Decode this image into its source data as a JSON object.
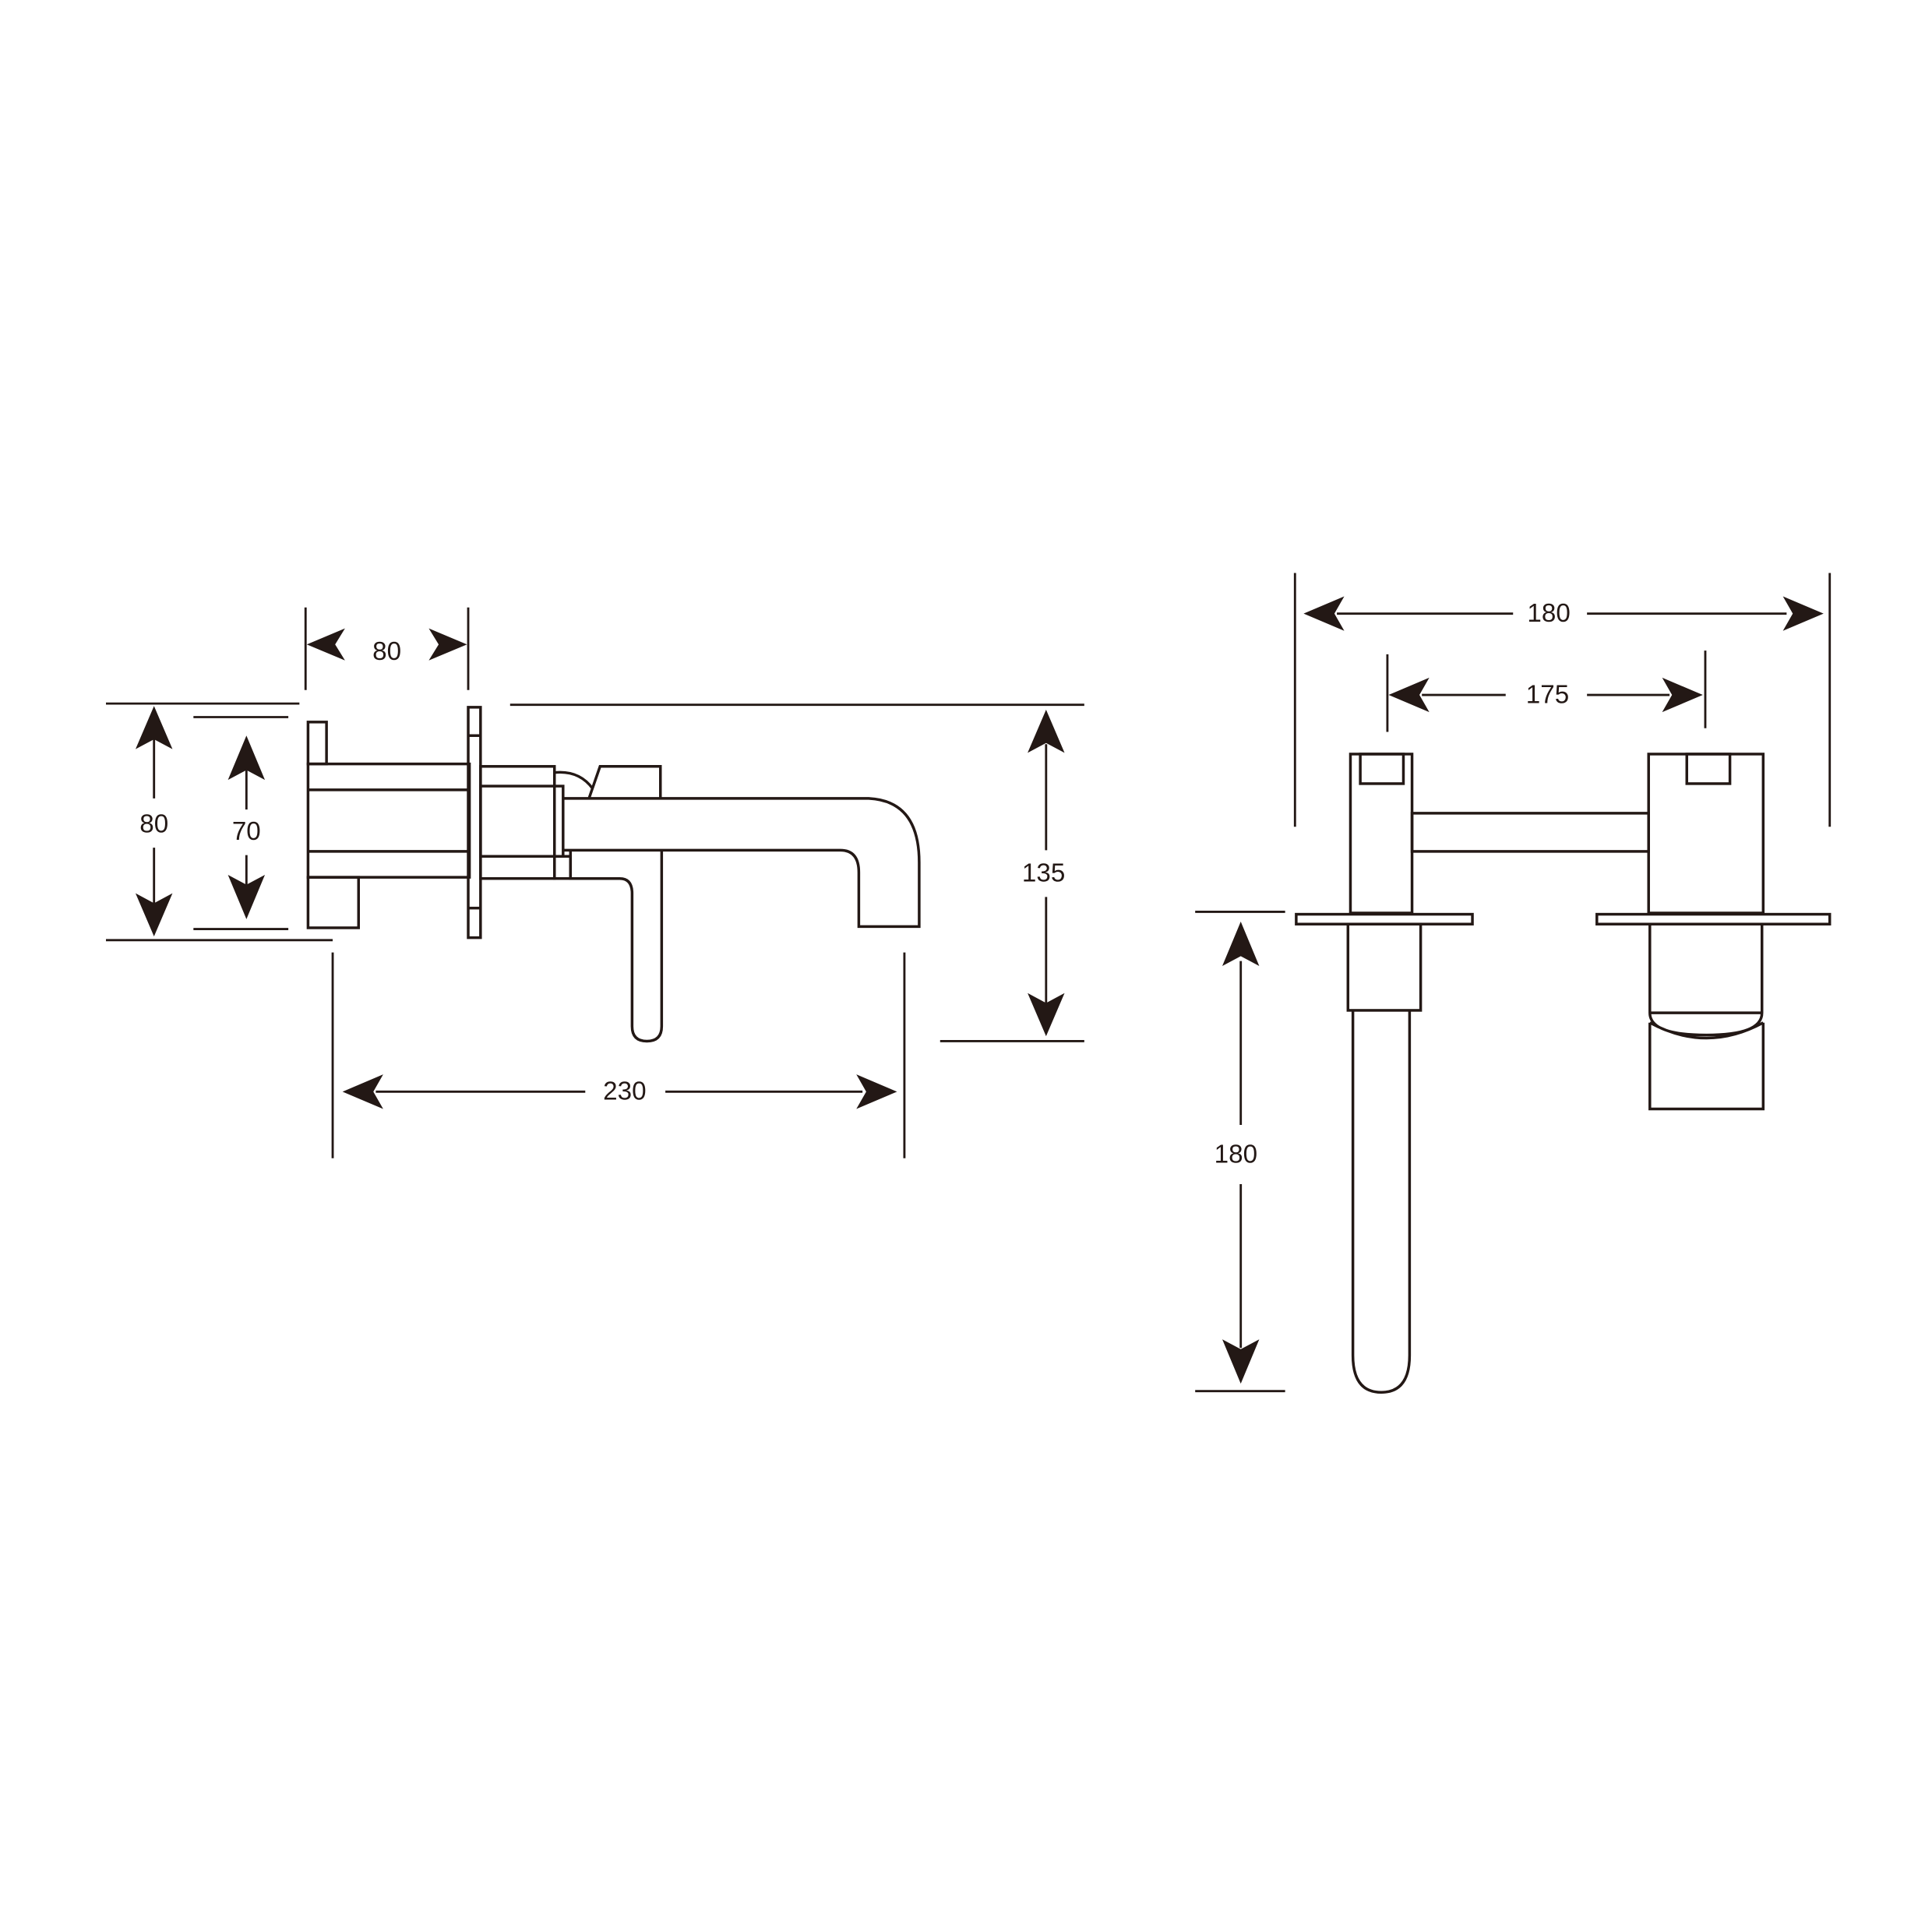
{
  "drawing": {
    "title": "Wall-mounted basin mixer technical dimension drawing",
    "line_color": "#231815",
    "background": "#ffffff",
    "units": "mm"
  },
  "side_view": {
    "dimensions": {
      "body_depth": "80",
      "backplate_height": "80",
      "body_height": "70",
      "overall_height": "135",
      "spout_projection": "230"
    }
  },
  "front_view": {
    "dimensions": {
      "overall_width": "180",
      "center_distance": "175",
      "spout_drop": "180"
    }
  }
}
